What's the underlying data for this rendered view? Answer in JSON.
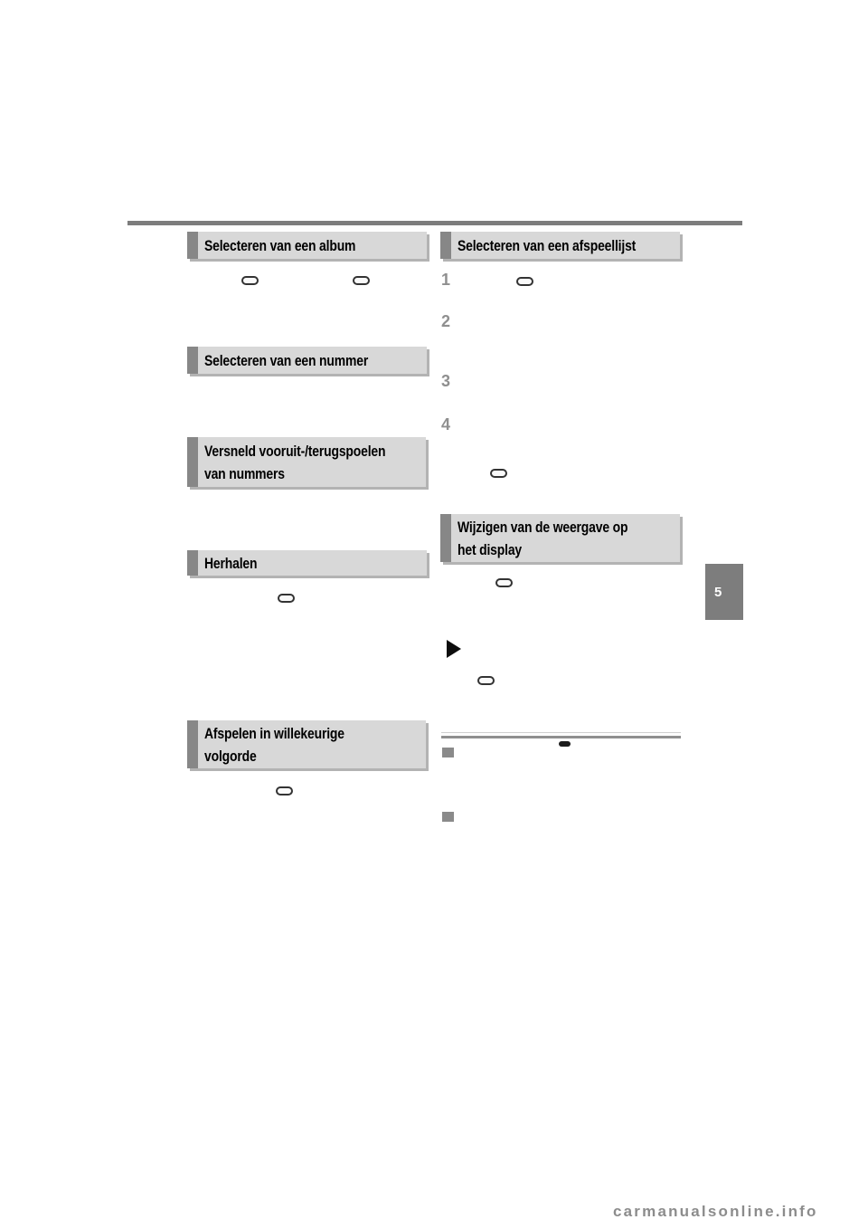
{
  "page": {
    "background_color": "#ffffff",
    "chapter_tab": {
      "label": "5"
    },
    "watermark": {
      "text": "carmanualsonline.info"
    }
  },
  "left_column": {
    "headings": [
      "Selecteren van een album",
      "Selecteren van een nummer",
      "Versneld vooruit-/terugspoelen\nvan nummers",
      "Herhalen",
      "Afspelen in willekeurige\nvolgorde"
    ]
  },
  "right_column": {
    "headings": [
      "Selecteren van een afspeellijst",
      "Wijzigen van de weergave op\nhet display"
    ],
    "step_numbers": [
      "1",
      "2",
      "3",
      "4"
    ]
  },
  "icons": {
    "panel_button": "rounded-rect-button-glyph",
    "play_arrow": "right-pointing-triangle",
    "section_bullet": "filled-square"
  },
  "colors": {
    "heading_fill": "#d8d8d8",
    "heading_bar": "#878787",
    "top_rule": "#7d7d7d",
    "step_number": "#8f8f8f",
    "chapter_tab_fill": "#7d7d7d",
    "watermark": "#8c8c8c"
  }
}
